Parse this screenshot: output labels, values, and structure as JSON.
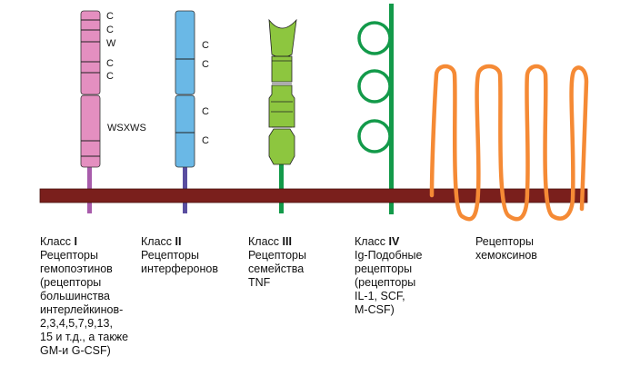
{
  "classes": [
    {
      "title_prefix": "Класс",
      "numeral": "I",
      "lines": [
        "Рецепторы",
        "гемопоэтинов",
        "(рецепторы",
        "большинства",
        "интерлейкинов-",
        "2,3,4,5,7,9,13,",
        "15 и т.д., а также",
        "GM-и G-CSF)"
      ],
      "motifs": [
        "C",
        "C",
        "W",
        "C",
        "C",
        "WSXWS"
      ],
      "color": "#e48fc0",
      "stem_color": "#a85cab"
    },
    {
      "title_prefix": "Класс",
      "numeral": "II",
      "lines": [
        "Рецепторы",
        "интерферонов"
      ],
      "motifs": [
        "C",
        "C",
        "C",
        "C"
      ],
      "color": "#6ab8e6",
      "stem_color": "#5a4ea0"
    },
    {
      "title_prefix": "Класс",
      "numeral": "III",
      "lines": [
        "Рецепторы",
        "семейства",
        "TNF"
      ],
      "color": "#8dc63f",
      "stem_color": "#139a4a"
    },
    {
      "title_prefix": "Класс",
      "numeral": "IV",
      "lines": [
        "Ig-Подобные",
        "рецепторы",
        "(рецепторы",
        "IL-1, SCF,",
        "M-CSF)"
      ],
      "color": "#139a4a"
    },
    {
      "lines": [
        "Рецепторы",
        "хемоксинов"
      ],
      "color": "#f58a35"
    }
  ],
  "membrane_color": "#7a1f1c"
}
